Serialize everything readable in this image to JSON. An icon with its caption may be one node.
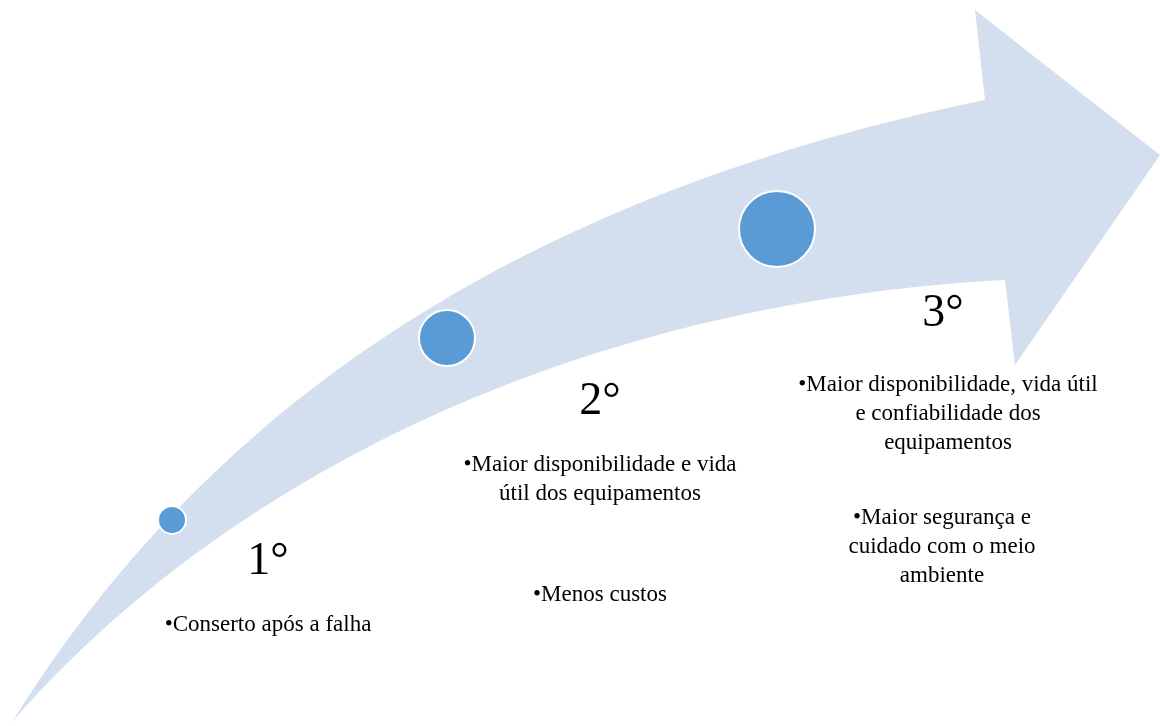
{
  "diagram": {
    "nodes": [
      {
        "text": [],
        "shape": "circle",
        "beside": [
          "1°",
          "•Conserto após a falha"
        ]
      },
      {
        "text": [],
        "shape": "circle",
        "beside": [
          "2°",
          "•Maior disponibilidade e vida útil dos equipamentos",
          "•Menos custos"
        ]
      },
      {
        "text": [],
        "shape": "circle",
        "beside": [
          "3°",
          "•Maior disponibilidade, vida útil e confiabilidade dos equipamentos",
          "•Maior segurança e cuidado com o meio ambiente"
        ]
      }
    ]
  }
}
